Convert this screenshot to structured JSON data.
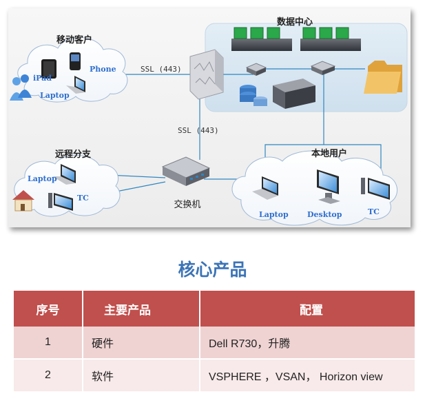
{
  "diagram": {
    "mobile_title": "移动客户",
    "datacenter_title": "数据中心",
    "remote_title": "远程分支",
    "local_title": "本地用户",
    "ipad": "iPad",
    "phone": "Phone",
    "laptop_mobile": "Laptop",
    "ssl_top": "SSL (443)",
    "ssl_mid": "SSL (443)",
    "switch_label": "交换机",
    "laptop_remote": "Laptop",
    "tc_remote": "TC",
    "laptop_local": "Laptop",
    "desktop_local": "Desktop",
    "tc_local": "TC"
  },
  "heading": "核心产品",
  "table": {
    "headers": [
      "序号",
      "主要产品",
      "配置"
    ],
    "rows": [
      [
        "1",
        "硬件",
        "Dell R730，升腾"
      ],
      [
        "2",
        "软件",
        "VSPHERE ，VSAN， Horizon view"
      ]
    ]
  },
  "colors": {
    "header_bg": "#c0504d",
    "row_odd": "#efd3d2",
    "row_even": "#f8eaea",
    "heading": "#3c74b6",
    "label_blue": "#2f6fcf"
  }
}
